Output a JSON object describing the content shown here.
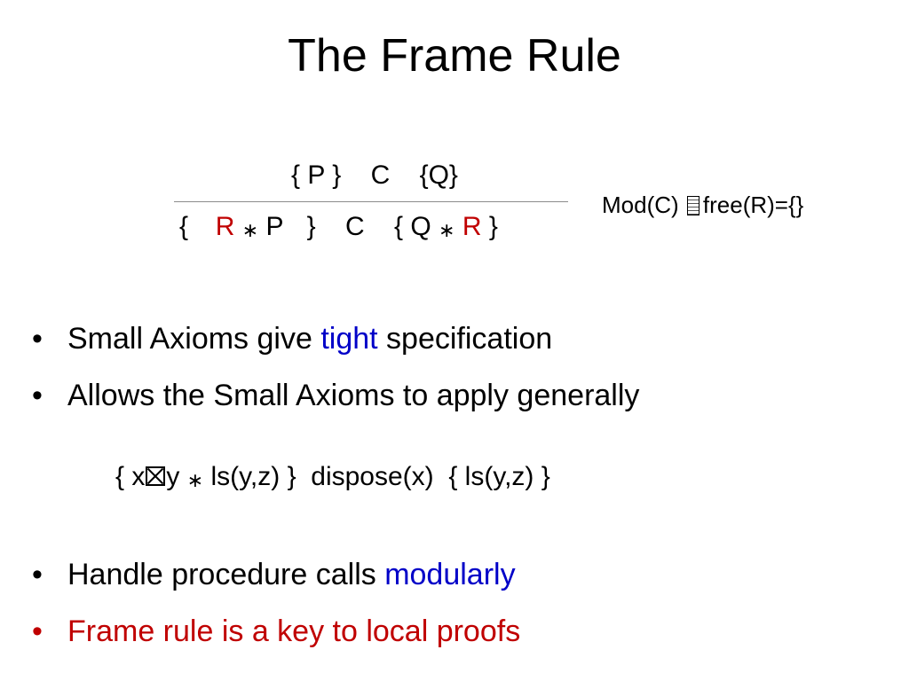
{
  "slide": {
    "title": "The Frame Rule"
  },
  "rule": {
    "premise": "{ P }    C    {Q}",
    "conclusion": {
      "open": "{",
      "r1": "R",
      "star": "∗",
      "p": "P",
      "mid": "}    C    { Q",
      "r2": "R",
      "close": "}"
    }
  },
  "side_condition": {
    "left": "Mod(C)",
    "right": "free(R)={}",
    "icon": "missing-glyph-icon"
  },
  "bullets_top": [
    {
      "before": "Small Axioms give ",
      "highlight": "tight",
      "after": " specification"
    },
    {
      "text": "Allows the Small Axioms to apply generally"
    }
  ],
  "example": {
    "open": "{ x",
    "icon": "points-to-icon",
    "y": "y",
    "star": "∗",
    "rest": "ls(y,z) }  dispose(x)  { ls(y,z) }"
  },
  "bullets_bottom": [
    {
      "before": "Handle procedure calls ",
      "highlight": "modularly"
    },
    {
      "text": "Frame rule is a key to local proofs"
    }
  ],
  "bullet_char": "•",
  "colors": {
    "red": "#c00000",
    "blue": "#0000c8",
    "text": "#000000",
    "rule_line": "#8c8c8c"
  }
}
